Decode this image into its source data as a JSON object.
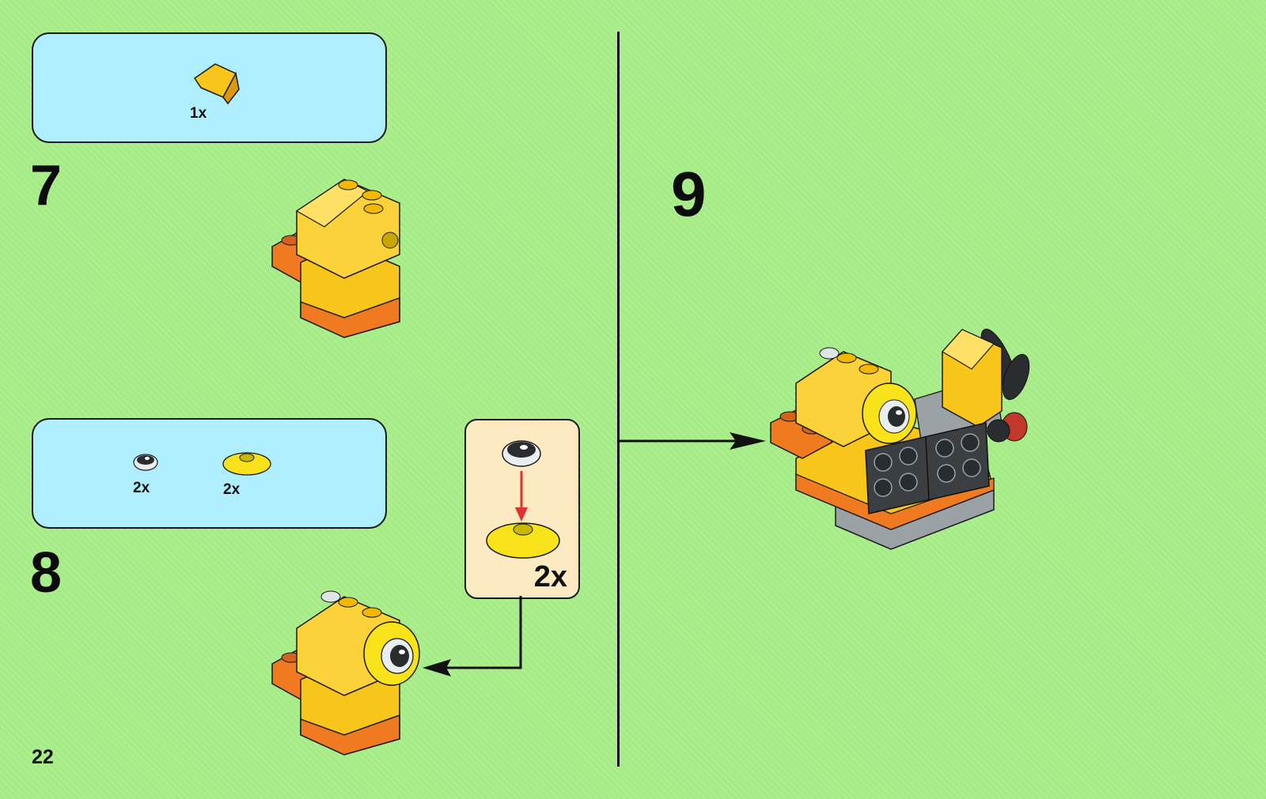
{
  "page_number": "22",
  "colors": {
    "background": "#a6ec86",
    "parts_box": "#aeeefe",
    "callout_box": "#fde9c2",
    "brick_yellow": "#f8c51a",
    "brick_orange": "#f07a20",
    "plate_gray": "#9aa2a6",
    "dark_gray": "#3b3f42",
    "arrow_red": "#e23030"
  },
  "steps": [
    {
      "number": "7",
      "parts": [
        {
          "icon": "yellow-slope-brick-icon",
          "quantity": "1x"
        }
      ]
    },
    {
      "number": "8",
      "parts": [
        {
          "icon": "eye-tile-icon",
          "quantity": "2x"
        },
        {
          "icon": "yellow-round-plate-icon",
          "quantity": "2x"
        }
      ],
      "callout": {
        "quantity": "2x"
      }
    },
    {
      "number": "9",
      "parts": []
    }
  ]
}
